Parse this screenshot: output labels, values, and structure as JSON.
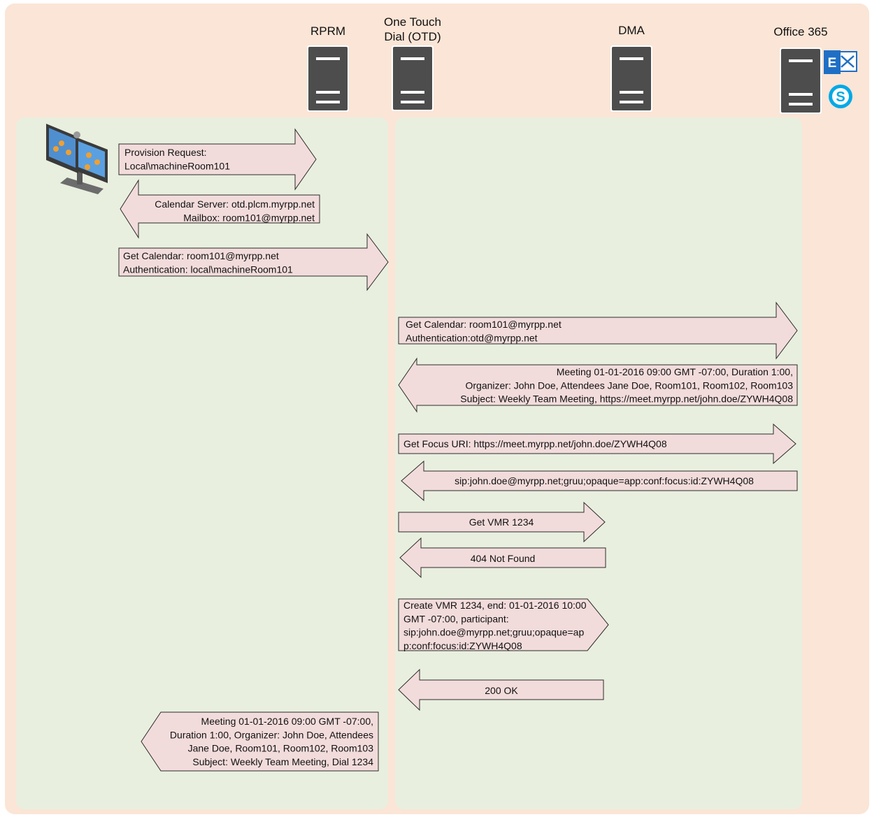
{
  "colors": {
    "outer_bg": "#fbe5d6",
    "panel_bg": "#e9efdf",
    "arrow_fill": "#f2dcdb",
    "arrow_stroke": "#2b2b2b",
    "server_body": "#4d4d4d",
    "exchange_blue": "#1f6fc5",
    "skype_blue": "#00a9e6"
  },
  "servers": [
    {
      "id": "rprm",
      "label_lines": [
        "RPRM"
      ]
    },
    {
      "id": "otd",
      "label_lines": [
        "One Touch",
        "Dial (OTD)"
      ]
    },
    {
      "id": "dma",
      "label_lines": [
        "DMA"
      ]
    },
    {
      "id": "o365",
      "label_lines": [
        "Office 365"
      ]
    }
  ],
  "icons": {
    "exchange": "exchange-icon",
    "exchange_letter": "E",
    "skype": "skype-icon",
    "skype_letter": "S",
    "endpoint": "video-endpoint-icon"
  },
  "arrows": [
    {
      "dir": "right",
      "align": "left",
      "lines": [
        "Provision Request:",
        "Local\\machineRoom101"
      ]
    },
    {
      "dir": "left",
      "align": "right",
      "lines": [
        "Calendar Server: otd.plcm.myrpp.net",
        "Mailbox: room101@myrpp.net"
      ]
    },
    {
      "dir": "right",
      "align": "left",
      "lines": [
        "Get Calendar: room101@myrpp.net",
        "Authentication: local\\machineRoom101"
      ]
    },
    {
      "dir": "right",
      "align": "left",
      "lines": [
        "Get Calendar: room101@myrpp.net",
        "Authentication:otd@myrpp.net"
      ]
    },
    {
      "dir": "left",
      "align": "right",
      "lines": [
        "Meeting 01-01-2016 09:00 GMT -07:00, Duration 1:00,",
        "Organizer: John Doe,  Attendees Jane Doe, Room101, Room102, Room103",
        "Subject: Weekly Team Meeting, https://meet.myrpp.net/john.doe/ZYWH4Q08"
      ]
    },
    {
      "dir": "right",
      "align": "left",
      "lines": [
        "Get Focus URI:  https://meet.myrpp.net/john.doe/ZYWH4Q08"
      ]
    },
    {
      "dir": "left",
      "align": "center",
      "lines": [
        "sip:john.doe@myrpp.net;gruu;opaque=app:conf:focus:id:ZYWH4Q08"
      ]
    },
    {
      "dir": "right",
      "align": "center",
      "lines": [
        "Get VMR 1234"
      ]
    },
    {
      "dir": "left",
      "align": "center",
      "lines": [
        "404 Not Found"
      ]
    },
    {
      "dir": "right",
      "align": "left",
      "lines": [
        "Create VMR 1234, end: 01-01-2016 10:00",
        "GMT -07:00, participant:",
        "sip:john.doe@myrpp.net;gruu;opaque=ap",
        "p:conf:focus:id:ZYWH4Q08"
      ]
    },
    {
      "dir": "left",
      "align": "center",
      "lines": [
        "200 OK"
      ]
    },
    {
      "dir": "left",
      "align": "right",
      "lines": [
        "Meeting 01-01-2016 09:00 GMT -07:00,",
        "Duration 1:00, Organizer: John Doe,  Attendees",
        "Jane Doe, Room101, Room102, Room103",
        "Subject: Weekly Team Meeting, Dial 1234"
      ]
    }
  ]
}
